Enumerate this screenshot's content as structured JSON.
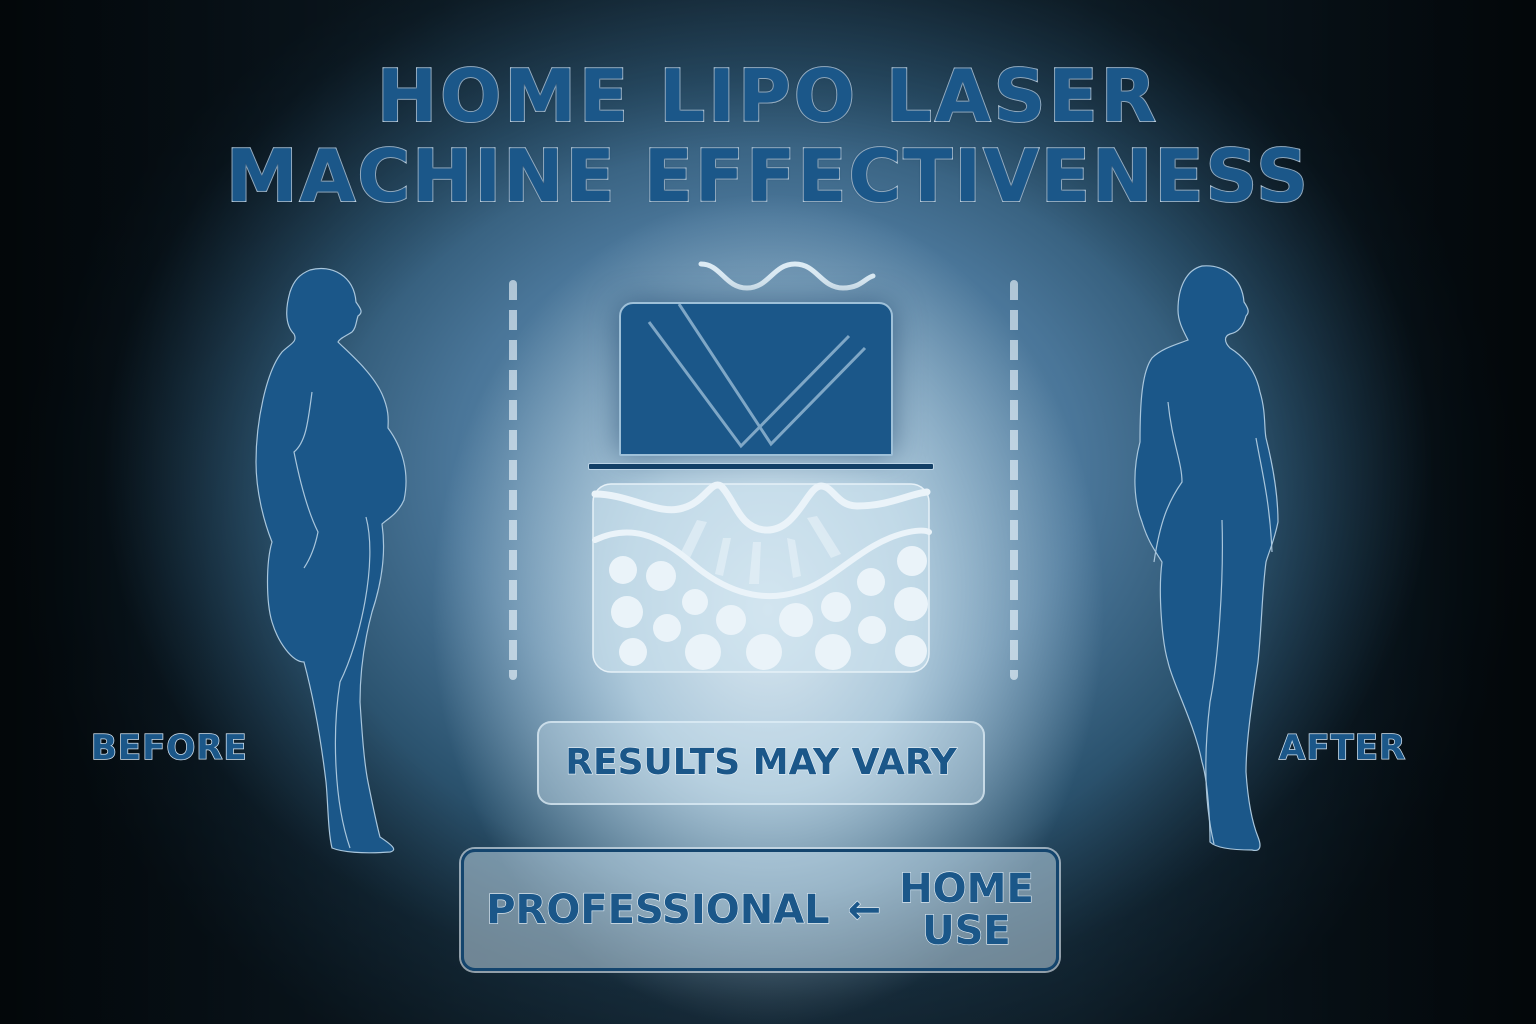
{
  "title": {
    "line1": "HOME LIPO LASER",
    "line2": "MACHINE EFFECTIVENESS"
  },
  "labels": {
    "before": "BEFORE",
    "after": "AFTER"
  },
  "center": {
    "device_icon": "laser-paddle-icon",
    "wave_icon": "laser-wave-icon",
    "tissue_icon": "fat-tissue-cross-section-icon",
    "fat_cell_count": 18
  },
  "results_box": {
    "text": "RESULTS MAY VARY"
  },
  "comparison_box": {
    "left": "PROFESSIONAL",
    "arrow": "←",
    "right_line1": "HOME",
    "right_line2": "USE"
  },
  "colors": {
    "primary_blue": "#1b5789",
    "outline_light": "#cfe0ee",
    "glow_center": "#e1eef6",
    "edge_dark": "#000000"
  }
}
